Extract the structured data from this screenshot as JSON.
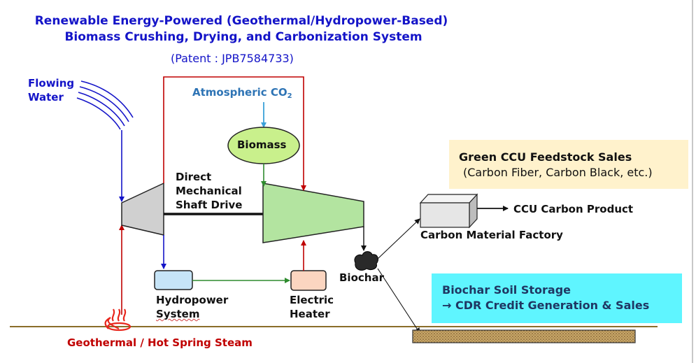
{
  "title": {
    "line1": "Renewable Energy-Powered (Geothermal/Hydropower-Based)",
    "line2": "Biomass Crushing, Drying, and Carbonization System"
  },
  "patent": "(Patent : JPB7584733)",
  "inputs": {
    "flowing_water_line1": "Flowing",
    "flowing_water_line2": "Water",
    "atmospheric_co2": "Atmospheric CO",
    "co2_subscript": "2"
  },
  "nodes": {
    "biomass": "Biomass",
    "shaft_line1": "Direct",
    "shaft_line2": "Mechanical",
    "shaft_line3": "Shaft Drive",
    "hydropower_line1": "Hydropower",
    "hydropower_line2": "System",
    "heater_line1": "Electric",
    "heater_line2": "Heater",
    "biochar": "Biochar",
    "geothermal": "Geothermal / Hot Spring Steam",
    "factory": "Carbon Material Factory",
    "ccu_product": "CCU Carbon Product"
  },
  "panels": {
    "ccu_sales_line1": "Green CCU Feedstock Sales",
    "ccu_sales_line2": "(Carbon Fiber, Carbon Black, etc.)",
    "biochar_storage_line1": "Biochar Soil Storage",
    "biochar_storage_line2": "→ CDR Credit Generation & Sales"
  },
  "colors": {
    "title": "#1414c8",
    "steam": "#c00000",
    "water": "#1414c8",
    "electric": "#2e8b2e",
    "ccu_panel": "#fff2cc",
    "biochar_panel": "#5ff5ff",
    "biomass": "#c9f08c",
    "crusher": "#b3e4a0"
  }
}
